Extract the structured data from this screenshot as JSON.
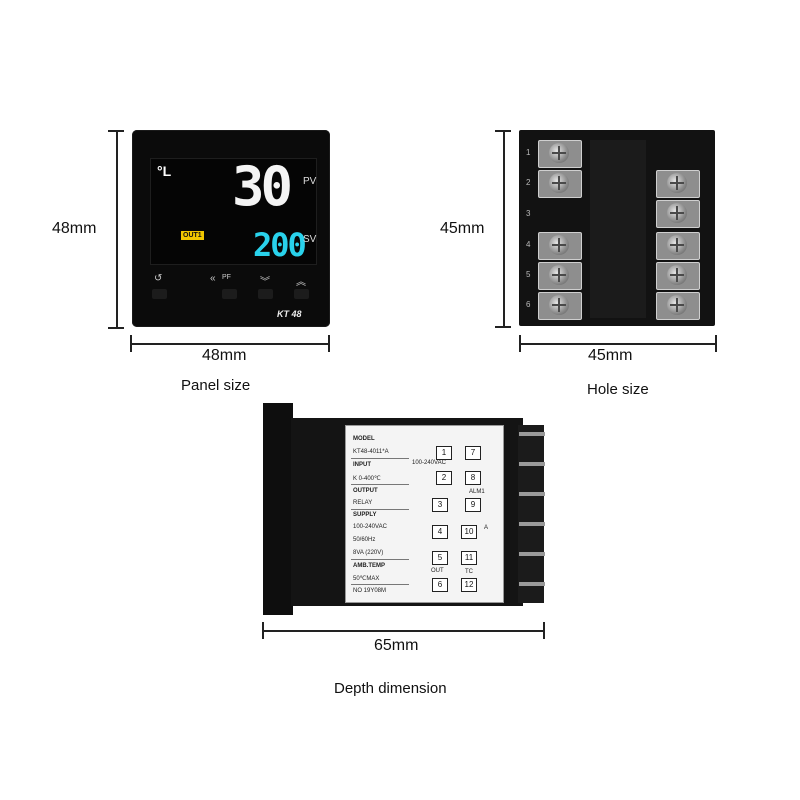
{
  "panel_view": {
    "height_label": "48mm",
    "width_label": "48mm",
    "caption": "Panel size",
    "display": {
      "unit": "°L",
      "pv_value": "30",
      "pv_label": "PV",
      "sv_value": "200",
      "sv_label": "SV",
      "indicator": "OUT1"
    },
    "buttons": [
      "return-icon",
      "shift-pf-icon",
      "down-icon",
      "up-icon"
    ],
    "pf_label": "PF",
    "model_label": "KT 48"
  },
  "hole_view": {
    "height_label": "45mm",
    "width_label": "45mm",
    "caption": "Hole size",
    "left_terminal_numbers": [
      "1",
      "2",
      "3",
      "4",
      "5",
      "6"
    ]
  },
  "depth_view": {
    "width_label": "65mm",
    "caption": "Depth dimension",
    "label_card": {
      "model_head": "MODEL",
      "model_value": "KT48-4011*A",
      "input_head": "INPUT",
      "input_value": "K  0-400℃",
      "output_head": "OUTPUT",
      "output_value": "RELAY",
      "supply_head": "SUPPLY",
      "supply_lines": [
        "100-240VAC",
        "50/60Hz",
        "8VA  (220V)"
      ],
      "amb_head": "AMB.TEMP",
      "amb_value": "50℃MAX",
      "serial": "NO 19Y08M",
      "terminals": [
        "1",
        "2",
        "3",
        "4",
        "5",
        "6",
        "7",
        "8",
        "9",
        "10",
        "11",
        "12"
      ],
      "power_text": "100-240VAC",
      "alarm_text": "ALM1",
      "out_text": "OUT",
      "tc_text": "TC",
      "a_text": "A"
    }
  },
  "colors": {
    "pv_digits": "#f4f4f4",
    "sv_digits": "#29d2ec",
    "indicator": "#f1c700"
  }
}
